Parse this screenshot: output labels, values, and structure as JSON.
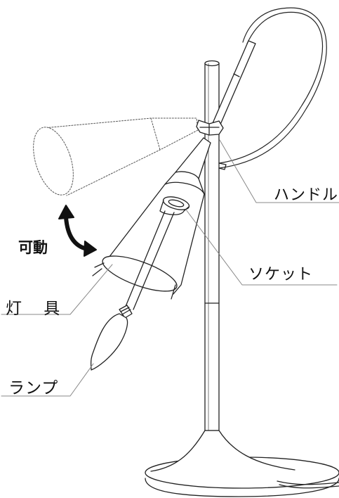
{
  "labels": {
    "handle": "ハンドル",
    "socket": "ソケット",
    "shade": "灯 具",
    "lamp": "ランプ",
    "movable": "可動"
  },
  "colors": {
    "line": "#222222",
    "leader": "#888888",
    "arrow": "#111111"
  },
  "icons": {
    "movable_arrow": "curved-double-arrow-icon"
  }
}
